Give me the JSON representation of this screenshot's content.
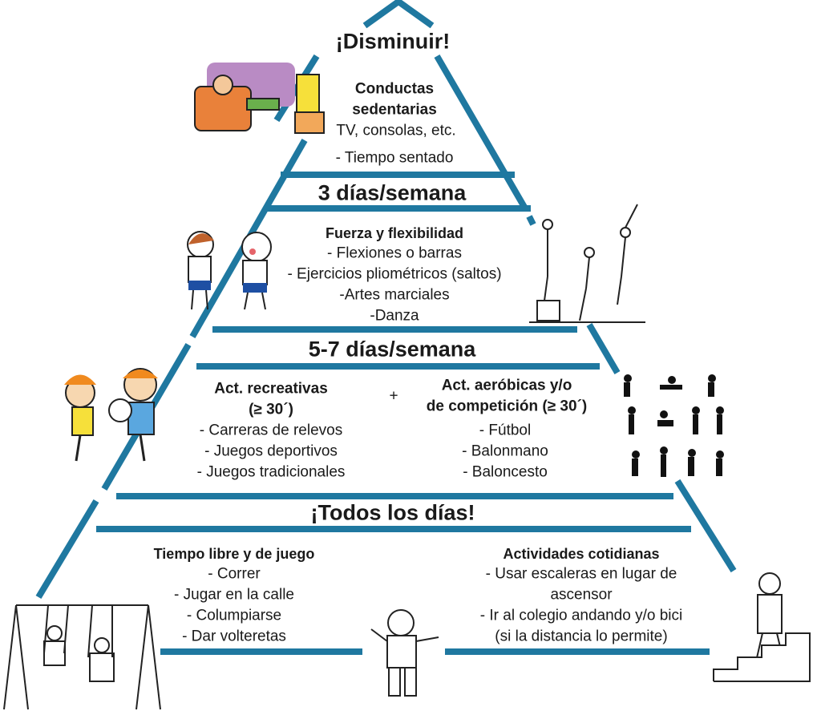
{
  "colors": {
    "pyramid": "#1f78a0",
    "text": "#1a1a1a"
  },
  "top": {
    "heading": "¡Disminuir!",
    "title_line1": "Conductas",
    "title_line2": "sedentarias",
    "items": [
      "TV, consolas, etc.",
      "- Tiempo sentado"
    ]
  },
  "level2": {
    "heading": "3 días/semana",
    "title": "Fuerza y flexibilidad",
    "items": [
      "- Flexiones o barras",
      "- Ejercicios pliométricos (saltos)",
      "-Artes marciales",
      "-Danza"
    ]
  },
  "level3": {
    "heading": "5-7 días/semana",
    "plus": "+",
    "left": {
      "title_line1": "Act. recreativas",
      "title_line2": "(≥ 30´)",
      "items": [
        "- Carreras de relevos",
        "- Juegos deportivos",
        "- Juegos tradicionales"
      ]
    },
    "right": {
      "title_line1": "Act. aeróbicas y/o",
      "title_line2": "de competición (≥ 30´)",
      "items": [
        "- Fútbol",
        "- Balonmano",
        "- Baloncesto"
      ]
    }
  },
  "level4": {
    "heading": "¡Todos los días!",
    "left": {
      "title": "Tiempo libre y de juego",
      "items": [
        "- Correr",
        "- Jugar en la calle",
        "- Columpiarse",
        "- Dar volteretas"
      ]
    },
    "right": {
      "title": "Actividades cotidianas",
      "items": [
        "- Usar escaleras en lugar de",
        "ascensor",
        "- Ir al colegio andando y/o bici",
        "(si la distancia lo permite)"
      ]
    }
  }
}
